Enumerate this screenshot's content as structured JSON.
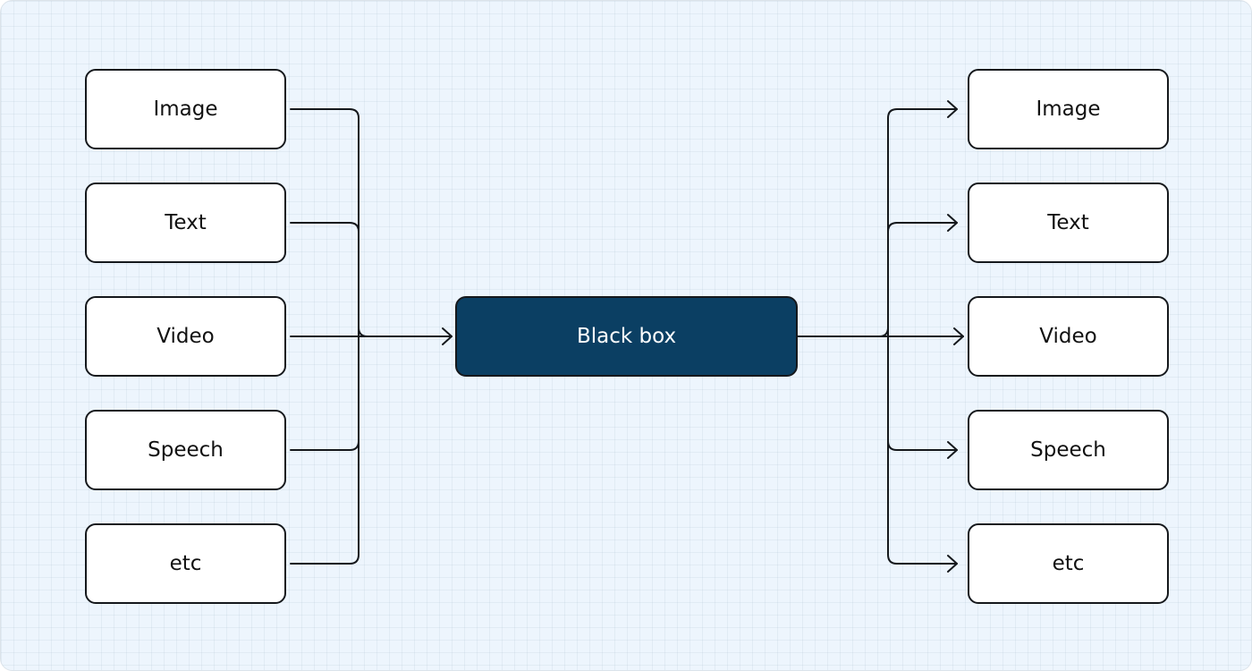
{
  "diagram": {
    "inputs": [
      "Image",
      "Text",
      "Video",
      "Speech",
      "etc"
    ],
    "center": "Black box",
    "outputs": [
      "Image",
      "Text",
      "Video",
      "Speech",
      "etc"
    ]
  },
  "colors": {
    "background": "#edf5fd",
    "center_fill": "#0b3f63",
    "stroke": "#15181c"
  }
}
